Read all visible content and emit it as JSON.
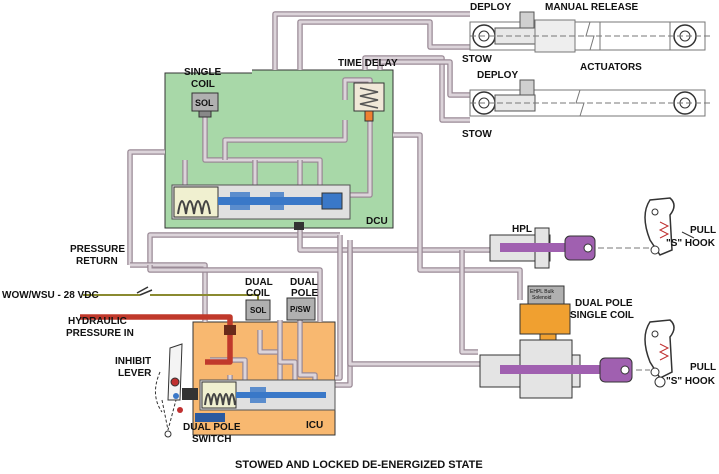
{
  "labels": {
    "deploy_upper": "DEPLOY",
    "manual_release": "MANUAL RELEASE",
    "stow_upper": "STOW",
    "deploy_lower": "DEPLOY",
    "actuators": "ACTUATORS",
    "stow_lower": "STOW",
    "single_coil_1": "SINGLE",
    "single_coil_2": "COIL",
    "sol_dcu": "SOL",
    "time_delay": "TIME DELAY",
    "dcu": "DCU",
    "hpl": "HPL",
    "pull_s_hook_upper_1": "PULL",
    "pull_s_hook_upper_2": "\"S\" HOOK",
    "pressure": "PRESSURE",
    "return": "RETURN",
    "wow_wsu": "WOW/WSU - 28 VDC",
    "dual_coil_1": "DUAL",
    "dual_coil_2": "COIL",
    "dual_pole_1": "DUAL",
    "dual_pole_2": "POLE",
    "sol_icu": "SOL",
    "psw": "P/SW",
    "hydraulic_1": "HYDRAULIC",
    "hydraulic_2": "PRESSURE IN",
    "ehpl_1": "EHPL Bulk",
    "ehpl_2": "Solenoid",
    "dual_pole_single_coil_1": "DUAL POLE",
    "dual_pole_single_coil_2": "SINGLE COIL",
    "pull_s_hook_lower_1": "PULL",
    "pull_s_hook_lower_2": "\"S\" HOOK",
    "inhibit_1": "INHIBIT",
    "inhibit_2": "LEVER",
    "icu": "ICU",
    "dual_pole_switch_1": "DUAL POLE",
    "dual_pole_switch_2": "SWITCH",
    "caption": "STOWED AND LOCKED DE-ENERGIZED STATE"
  },
  "colors": {
    "dcu_fill": "#a8d8a8",
    "icu_fill": "#f8b870",
    "pipe": "#9a8a96",
    "pressure_red": "#c0392b",
    "spool_blue": "#3a78c8",
    "hook_purple": "#a060b0",
    "solenoid_gray": "#b0b0b0",
    "ehpl_orange": "#f0a030"
  }
}
